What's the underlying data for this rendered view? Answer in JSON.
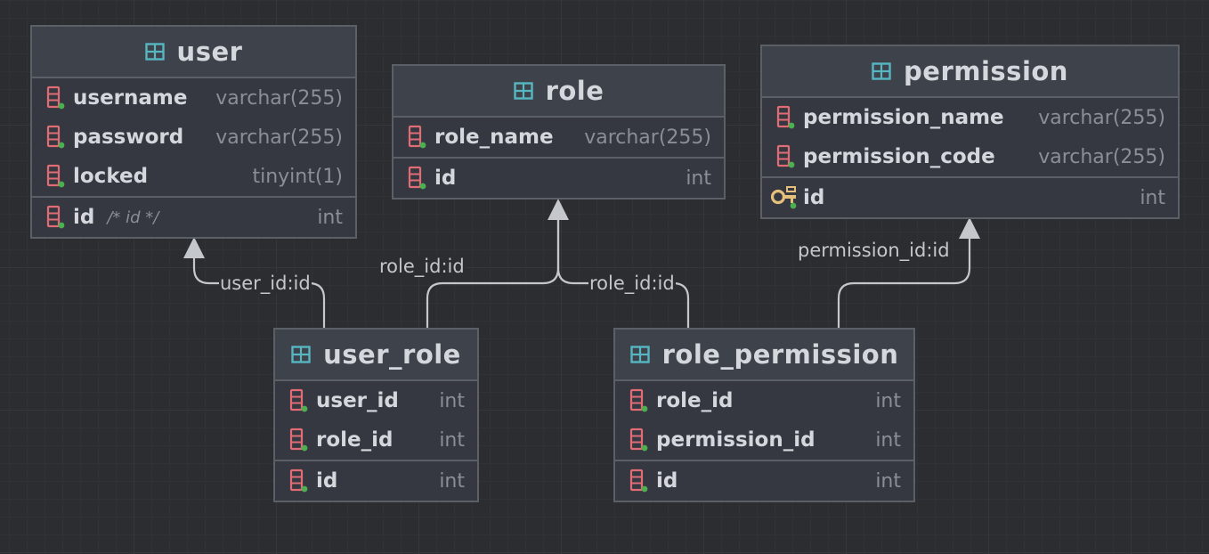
{
  "colors": {
    "background": "#2b2d30",
    "table_fill": "#353840",
    "header_fill": "#3e424a",
    "border": "#5b5f66",
    "column_icon": "#e06c75",
    "key_icon": "#e5c07b",
    "not_null_dot": "#4caf50",
    "table_icon": "#56b6c2",
    "edge": "#c4c7cc"
  },
  "tables": {
    "user": {
      "name": "user",
      "columns": [
        {
          "name": "username",
          "type": "varchar(255)",
          "icon": "column-icon"
        },
        {
          "name": "password",
          "type": "varchar(255)",
          "icon": "column-icon"
        },
        {
          "name": "locked",
          "type": "tinyint(1)",
          "icon": "column-icon"
        },
        {
          "name": "id",
          "comment": "/* id */",
          "type": "int",
          "icon": "column-icon"
        }
      ]
    },
    "role": {
      "name": "role",
      "columns": [
        {
          "name": "role_name",
          "type": "varchar(255)",
          "icon": "column-icon"
        },
        {
          "name": "id",
          "type": "int",
          "icon": "column-icon"
        }
      ]
    },
    "permission": {
      "name": "permission",
      "columns": [
        {
          "name": "permission_name",
          "type": "varchar(255)",
          "icon": "column-icon"
        },
        {
          "name": "permission_code",
          "type": "varchar(255)",
          "icon": "column-icon"
        },
        {
          "name": "id",
          "type": "int",
          "icon": "primary-key-icon"
        }
      ]
    },
    "user_role": {
      "name": "user_role",
      "columns": [
        {
          "name": "user_id",
          "type": "int",
          "icon": "column-icon"
        },
        {
          "name": "role_id",
          "type": "int",
          "icon": "column-icon"
        },
        {
          "name": "id",
          "type": "int",
          "icon": "column-icon"
        }
      ]
    },
    "role_permission": {
      "name": "role_permission",
      "columns": [
        {
          "name": "role_id",
          "type": "int",
          "icon": "column-icon"
        },
        {
          "name": "permission_id",
          "type": "int",
          "icon": "column-icon"
        },
        {
          "name": "id",
          "type": "int",
          "icon": "column-icon"
        }
      ]
    }
  },
  "relations": [
    {
      "from": "user_role",
      "to": "user",
      "label": "user_id:id"
    },
    {
      "from": "user_role",
      "to": "role",
      "label": "role_id:id"
    },
    {
      "from": "role_permission",
      "to": "role",
      "label": "role_id:id"
    },
    {
      "from": "role_permission",
      "to": "permission",
      "label": "permission_id:id"
    }
  ]
}
